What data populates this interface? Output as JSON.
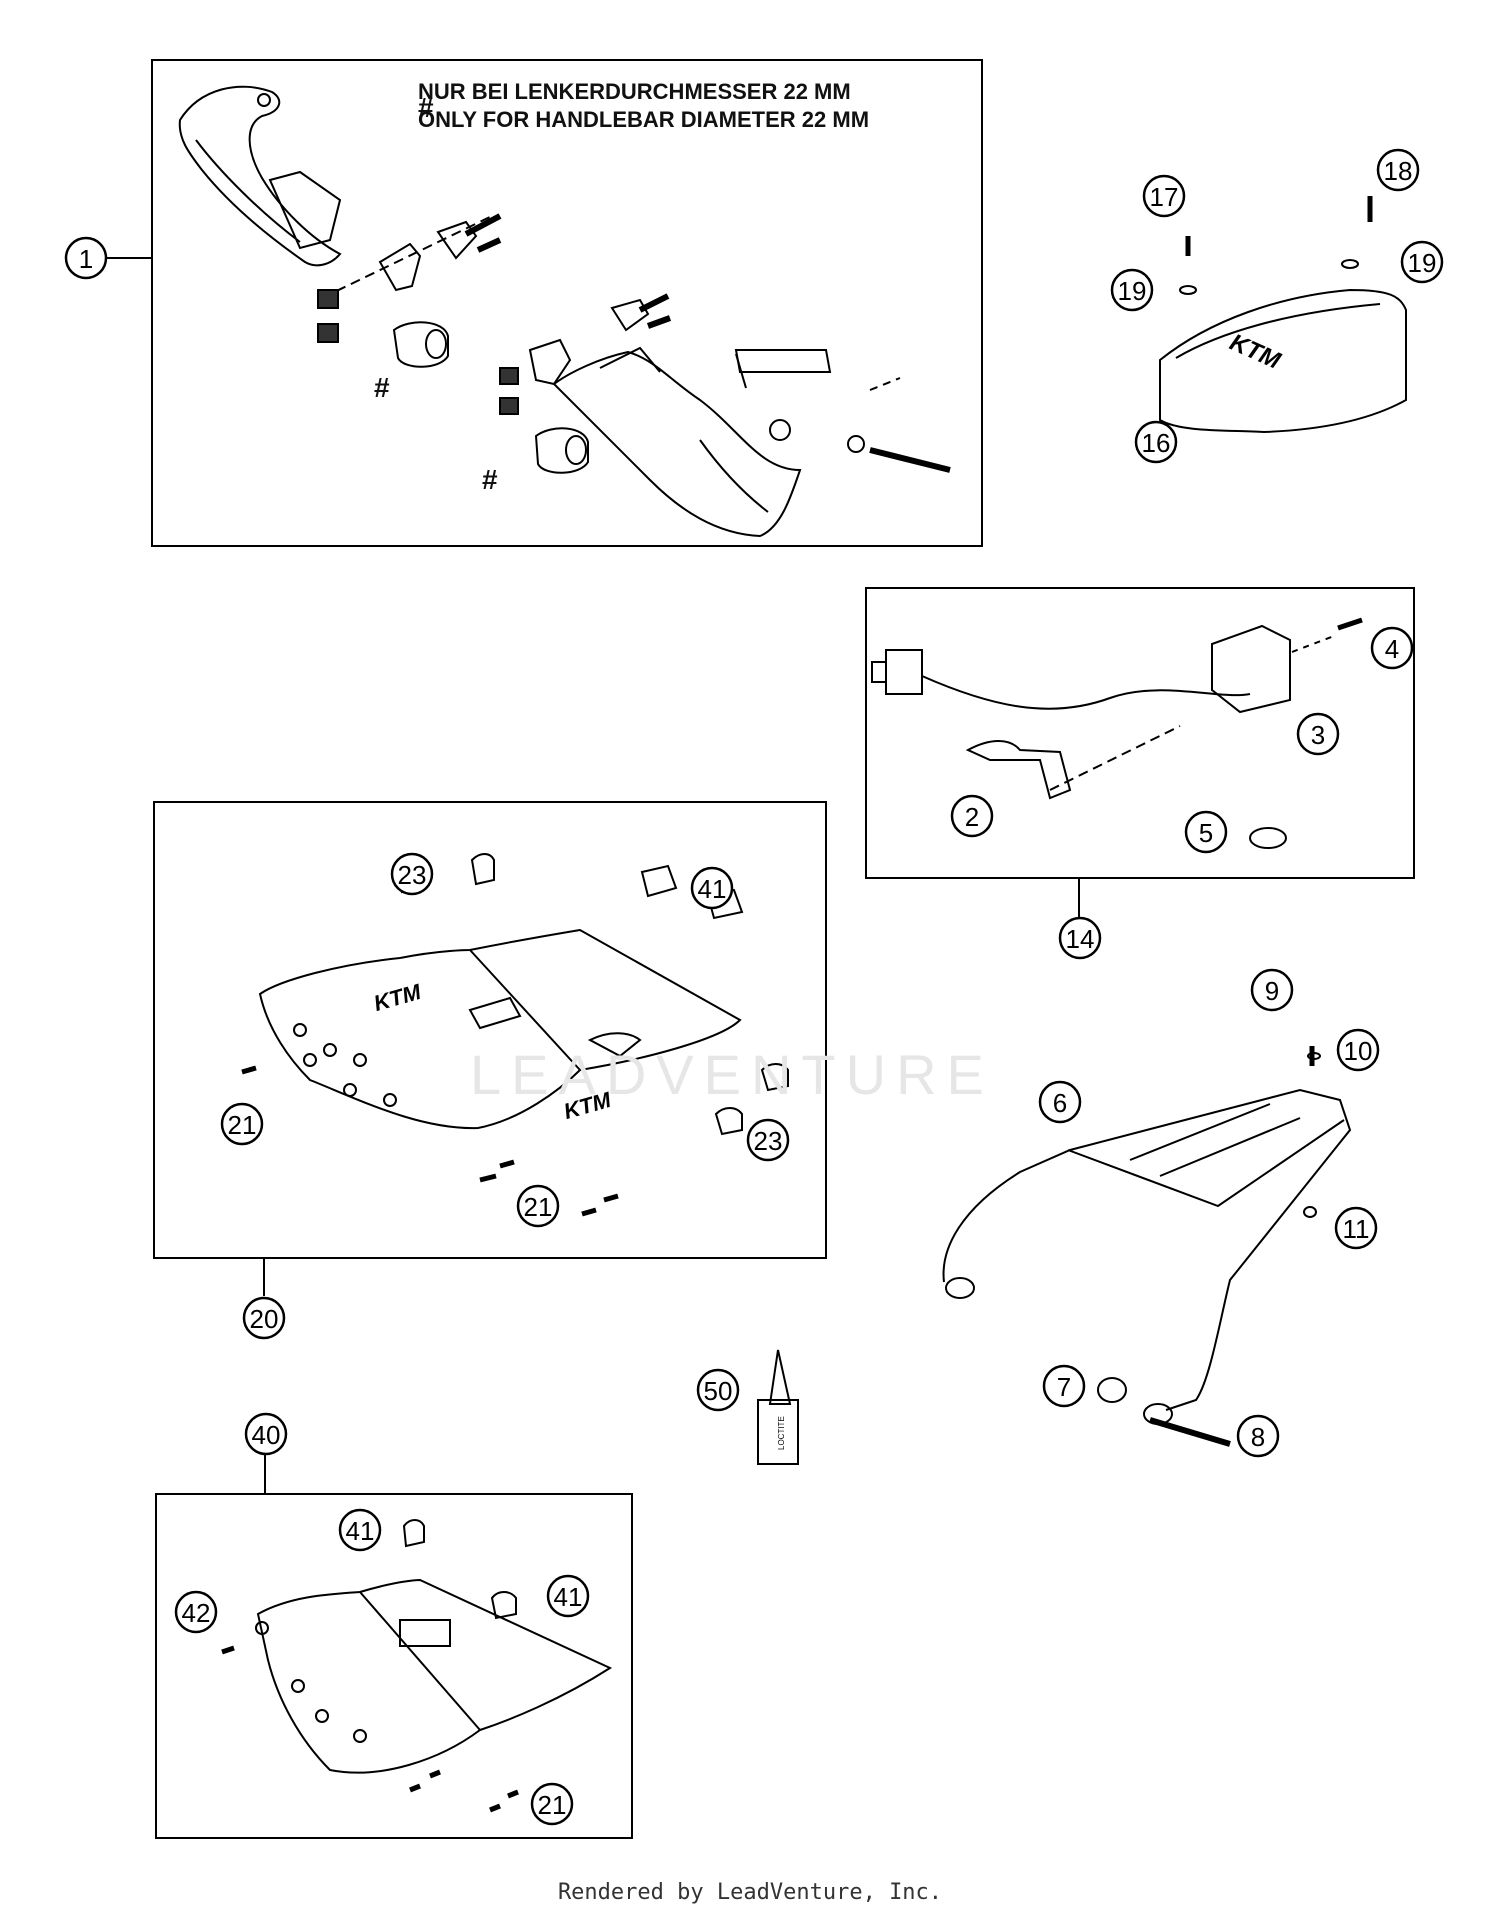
{
  "note": {
    "german": "NUR BEI LENKERDURCHMESSER 22 MM",
    "english": "ONLY FOR HANDLEBAR DIAMETER 22 MM",
    "symbol": "#"
  },
  "watermark": "LEADVENTURE",
  "footer": "Rendered by LeadVenture, Inc.",
  "callouts": {
    "c1": "1",
    "c2": "2",
    "c3": "3",
    "c4": "4",
    "c5": "5",
    "c6": "6",
    "c7": "7",
    "c8": "8",
    "c9": "9",
    "c10": "10",
    "c11": "11",
    "c14": "14",
    "c16": "16",
    "c17": "17",
    "c18": "18",
    "c19a": "19",
    "c19b": "19",
    "c20": "20",
    "c21a": "21",
    "c21b": "21",
    "c21c": "21",
    "c23a": "23",
    "c23b": "23",
    "c40": "40",
    "c41a": "41",
    "c41b": "41",
    "c41c": "41",
    "c42": "42",
    "c50": "50"
  },
  "loctite_label": "LOCTITE",
  "brand_mark": "KTM"
}
